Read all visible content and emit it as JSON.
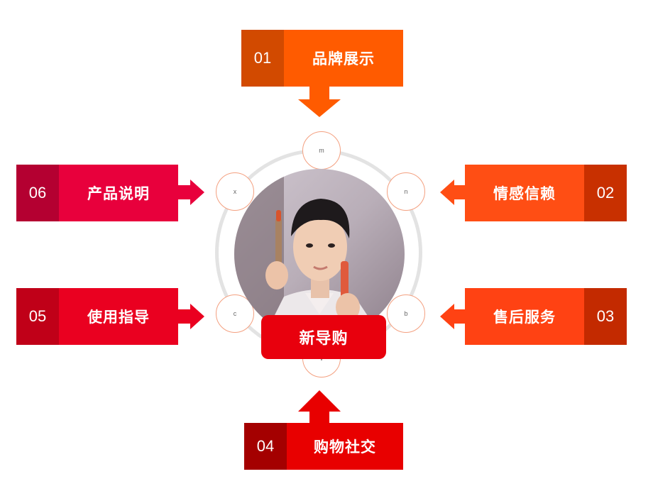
{
  "center": {
    "title": "新导购"
  },
  "blocks": [
    {
      "num": "01",
      "label": "品牌展示",
      "num_color": "#d24a00",
      "label_color": "#ff5b00"
    },
    {
      "num": "02",
      "label": "情感信赖",
      "num_color": "#c83000",
      "label_color": "#ff4e14"
    },
    {
      "num": "03",
      "label": "售后服务",
      "num_color": "#c32a00",
      "label_color": "#ff4213"
    },
    {
      "num": "04",
      "label": "购物社交",
      "num_color": "#a40000",
      "label_color": "#e80000"
    },
    {
      "num": "05",
      "label": "使用指导",
      "num_color": "#c00018",
      "label_color": "#ea0020"
    },
    {
      "num": "06",
      "label": "产品说明",
      "num_color": "#b40031",
      "label_color": "#e8003c"
    }
  ],
  "nodes": {
    "top": "m",
    "upper_right": "n",
    "lower_right": "b",
    "bottom": "v",
    "lower_left": "c",
    "upper_left": "x"
  },
  "icons": {
    "photo": "person-with-lipstick-photo"
  }
}
